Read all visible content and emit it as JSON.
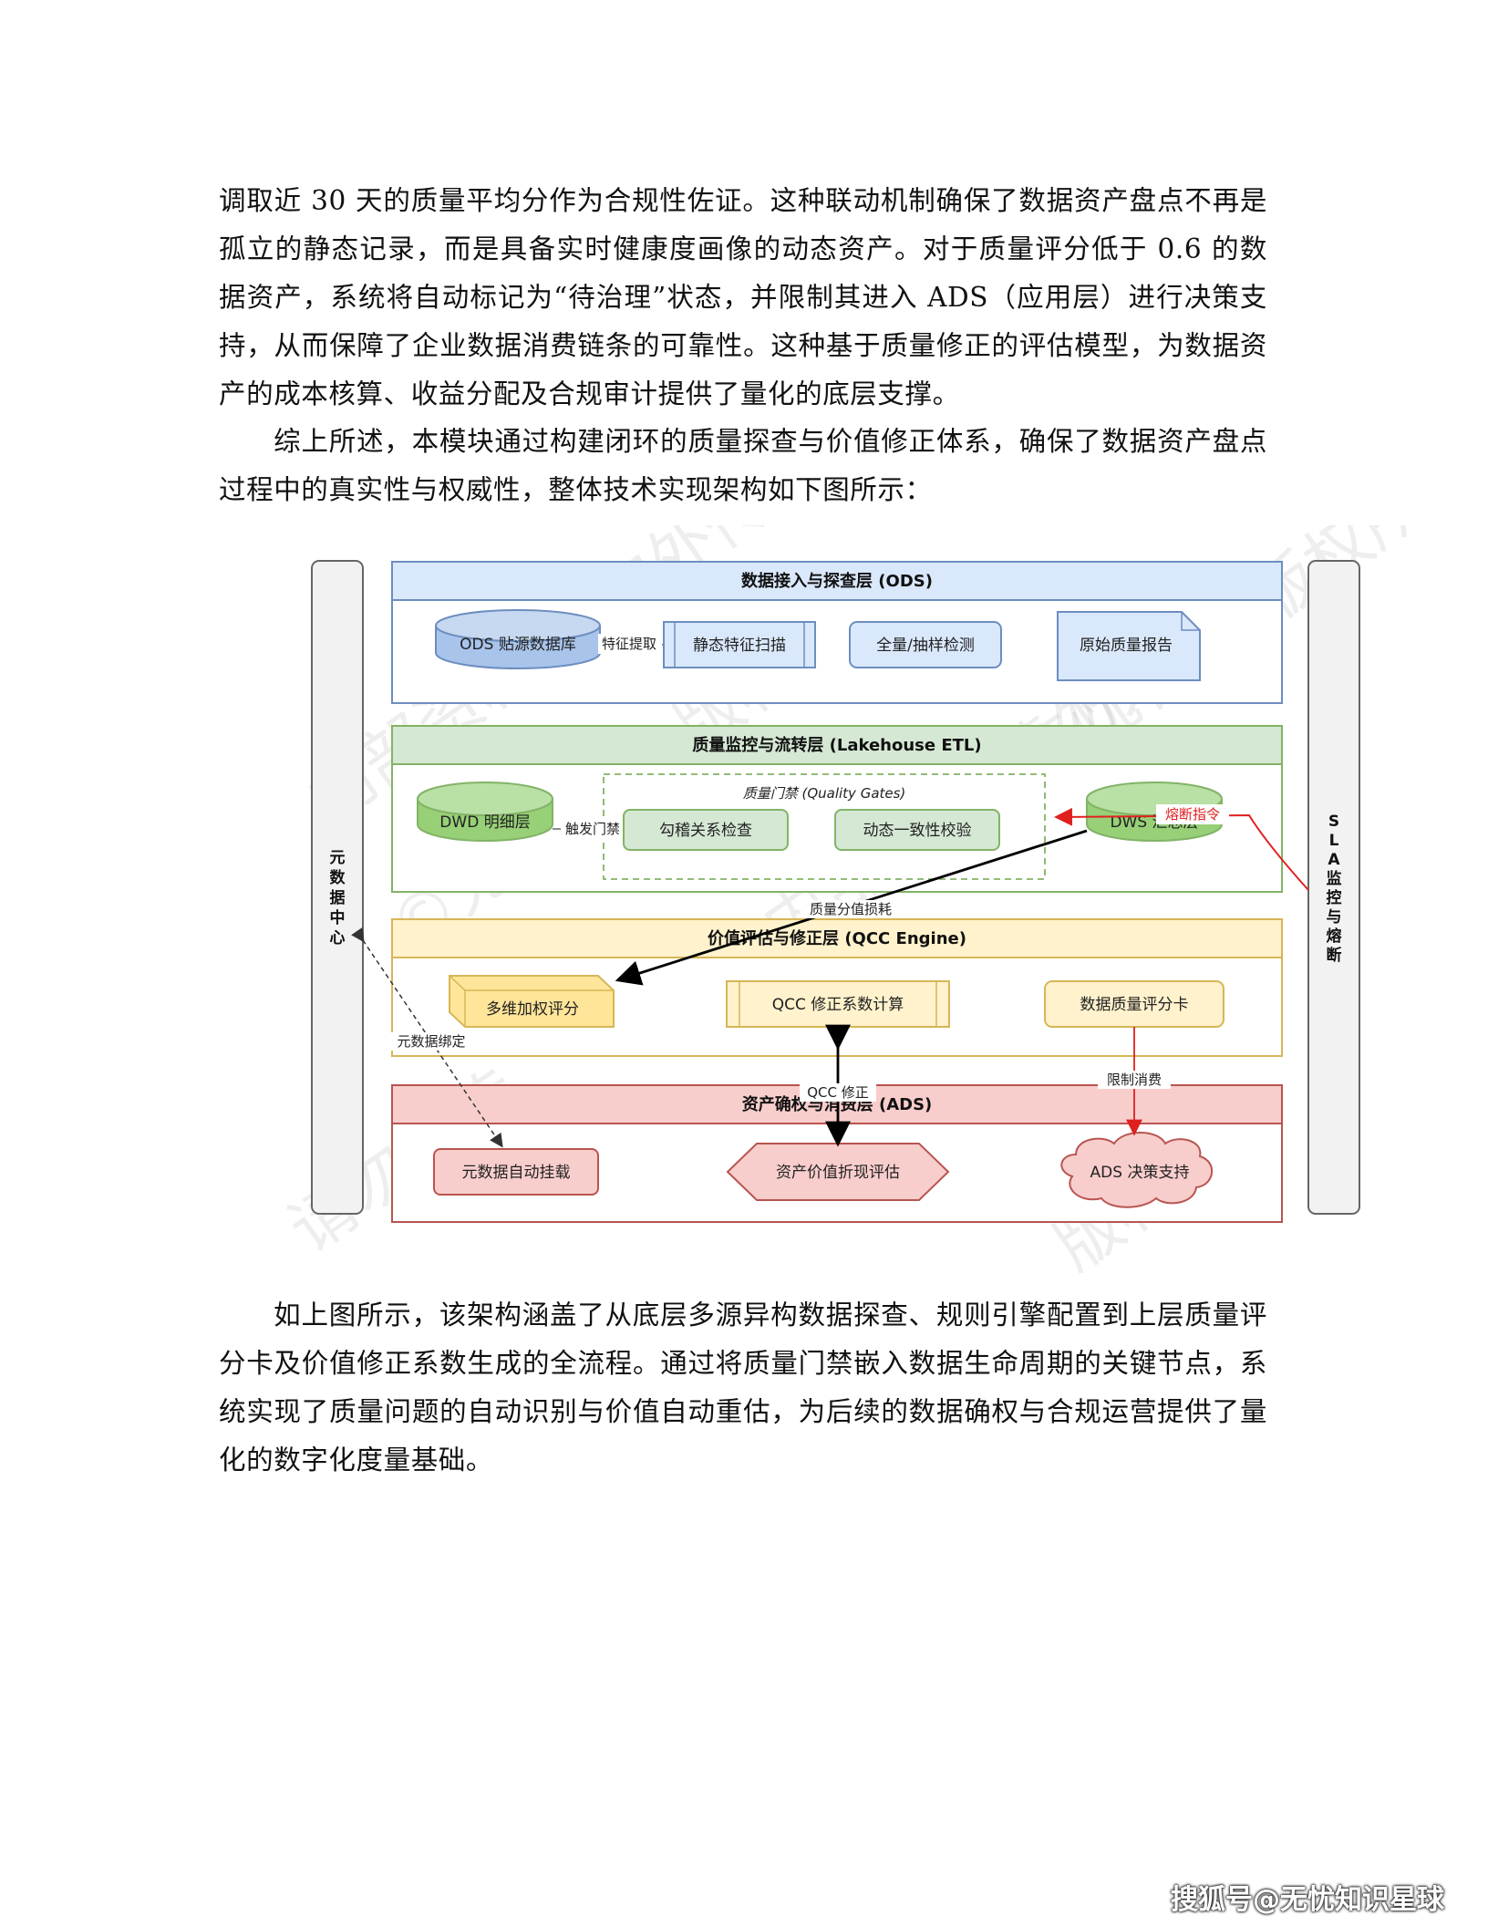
{
  "paragraphs": {
    "p1": "调取近 30 天的质量平均分作为合规性佐证。这种联动机制确保了数据资产盘点不再是孤立的静态记录，而是具备实时健康度画像的动态资产。对于质量评分低于 0.6 的数据资产，系统将自动标记为“待治理”状态，并限制其进入 ADS（应用层）进行决策支持，从而保障了企业数据消费链条的可靠性。这种基于质量修正的评估模型，为数据资产的成本核算、收益分配及合规审计提供了量化的底层支撑。",
    "p2": "综上所述，本模块通过构建闭环的质量探查与价值修正体系，确保了数据资产盘点过程中的真实性与权威性，整体技术实现架构如下图所示：",
    "p3": "如上图所示，该架构涵盖了从底层多源异构数据探查、规则引擎配置到上层质量评分卡及价值修正系数生成的全流程。通过将质量门禁嵌入数据生命周期的关键节点，系统实现了质量问题的自动识别与价值自动重估，为后续的数据确权与合规运营提供了量化的数字化度量基础。"
  },
  "figure": {
    "left_bar": "元数据中心",
    "right_bar": "SLA监控与熔断",
    "layers": {
      "ods": {
        "title": "数据接入与探查层 (ODS)",
        "db": "ODS 贴源数据库",
        "edge": "特征提取",
        "scan": "静态特征扫描",
        "detect": "全量/抽样检测",
        "report": "原始质量报告"
      },
      "etl": {
        "title": "质量监控与流转层 (Lakehouse ETL)",
        "dwd": "DWD 明细层",
        "trigger": "触发门禁",
        "gates": "质量门禁 (Quality Gates)",
        "check1": "勾稽关系检查",
        "check2": "动态一致性校验",
        "dws": "DWS 汇总层",
        "fuse": "熔断指令"
      },
      "qcc": {
        "title": "价值评估与修正层 (QCC Engine)",
        "edge_in": "质量分值损耗",
        "weighted": "多维加权评分",
        "coef": "QCC 修正系数计算",
        "scorecard": "数据质量评分卡"
      },
      "ads": {
        "title": "资产确权与消费层 (ADS)",
        "edge_qcc": "QCC 修正",
        "edge_limit": "限制消费",
        "edge_meta": "元数据绑定",
        "mount": "元数据自动挂载",
        "valuation": "资产价值折现评估",
        "decision": "ADS 决策支持"
      }
    },
    "watermarks": [
      "内部资料 请勿外传",
      "©无忧智库 版权所有",
      "请勿外传",
      "版权所有"
    ]
  },
  "footer": {
    "credit": "搜狐号@无忧知识星球"
  }
}
